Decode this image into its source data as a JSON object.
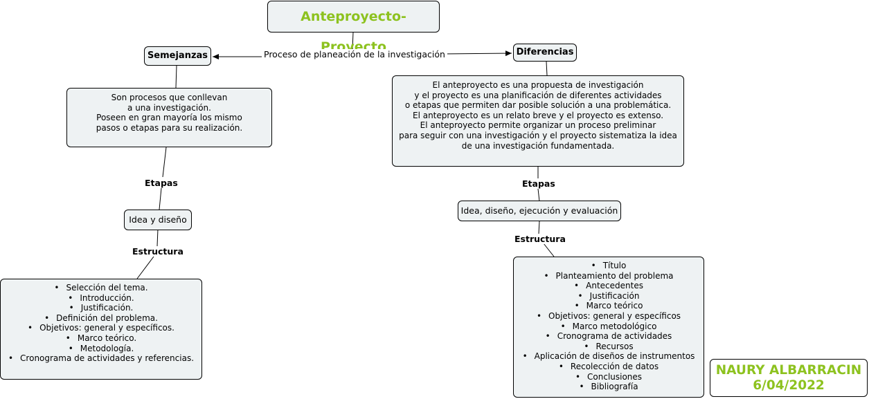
{
  "title": "Anteproyecto-Proyecto",
  "link_process": "Proceso de planeación de la investigación",
  "left": {
    "heading": "Semejanzas",
    "description": [
      "Son procesos que conllevan",
      "a una investigación.",
      "Poseen en gran mayoría los mismo",
      "pasos o etapas para su realización."
    ],
    "link_etapas": "Etapas",
    "etapas": "Idea y diseño",
    "link_estructura": "Estructura",
    "estructura": [
      "Selección del tema.",
      "Introducción.",
      "Justificación.",
      "Definición del problema.",
      "Objetivos: general y específicos.",
      "Marco teórico.",
      "Metodología.",
      "Cronograma de actividades y referencias."
    ]
  },
  "right": {
    "heading": "Diferencias",
    "description": [
      "El anteproyecto es una propuesta de investigación",
      "y el proyecto es una planificación de diferentes actividades",
      "o etapas que permiten dar posible solución a una problemática.",
      "El anteproyecto es un relato breve y el proyecto es extenso.",
      "El anteproyecto permite organizar un proceso preliminar",
      "para seguir con una investigación y el proyecto sistematiza la idea",
      "de una investigación fundamentada."
    ],
    "link_etapas": "Etapas",
    "etapas": "Idea, diseño, ejecución y evaluación",
    "link_estructura": "Estructura",
    "estructura": [
      "Título",
      "Planteamiento del problema",
      "Antecedentes",
      "Justificación",
      "Marco teórico",
      "Objetivos:  general y específicos",
      "Marco metodológico",
      "Cronograma de actividades",
      "Recursos",
      "Aplicación de diseños de instrumentos",
      "Recolección de datos",
      "Conclusiones",
      "Bibliografía"
    ]
  },
  "author": {
    "name": "NAURY ALBARRACIN",
    "date": "6/04/2022"
  },
  "colors": {
    "title": "#8dc21f",
    "node_fill": "#eef2f3",
    "border": "#000000"
  }
}
